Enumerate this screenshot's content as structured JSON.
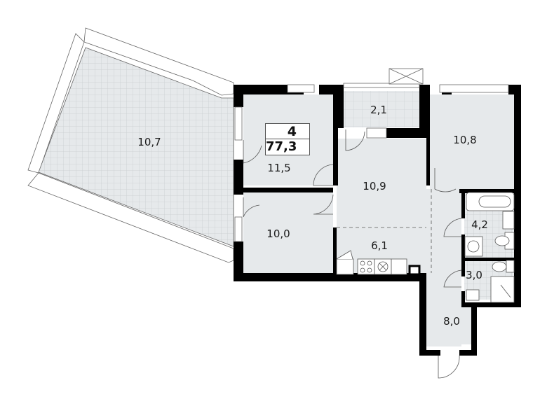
{
  "plan": {
    "room_count": "4",
    "total_area": "77,3",
    "colors": {
      "wall": "#000000",
      "floor": "#e6e9eb",
      "tile_grid": "#c9cdd0",
      "outline": "#666666"
    },
    "rooms": [
      {
        "id": "terrace",
        "label": "10,7"
      },
      {
        "id": "bedroom-1",
        "label": "11,5"
      },
      {
        "id": "loggia",
        "label": "2,1"
      },
      {
        "id": "bedroom-3",
        "label": "10,8"
      },
      {
        "id": "living-room",
        "label": "10,9"
      },
      {
        "id": "bedroom-2",
        "label": "10,0"
      },
      {
        "id": "kitchen",
        "label": "6,1"
      },
      {
        "id": "bathroom",
        "label": "4,2"
      },
      {
        "id": "wc",
        "label": "3,0"
      },
      {
        "id": "hallway",
        "label": "8,0"
      }
    ]
  }
}
